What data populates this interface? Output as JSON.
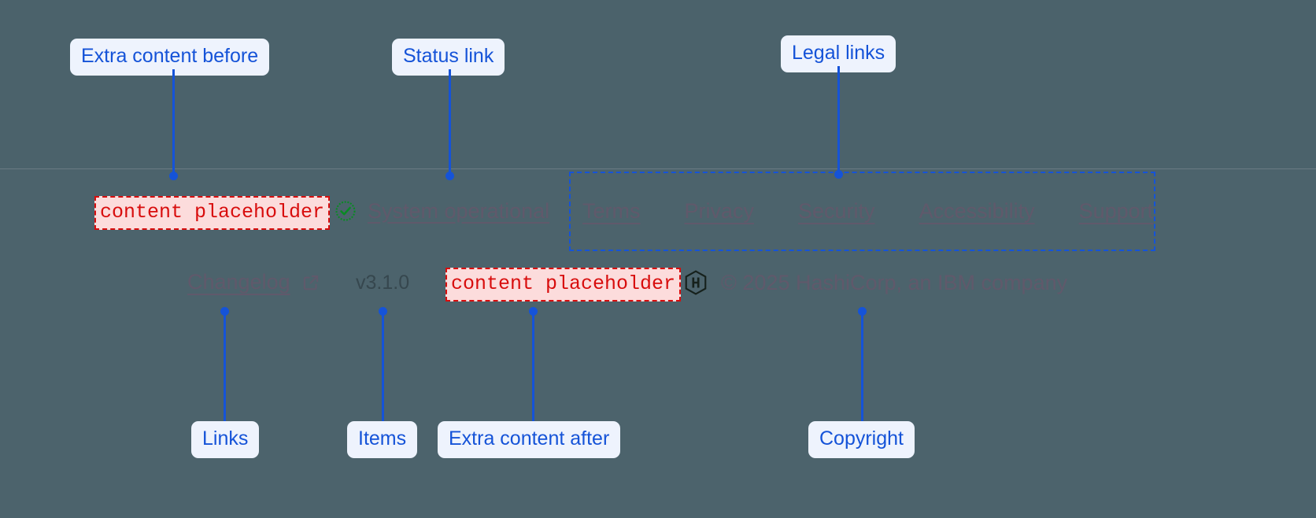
{
  "annotations": {
    "extra_before": "Extra content before",
    "status_link": "Status link",
    "legal_links": "Legal links",
    "links": "Links",
    "items": "Items",
    "extra_after": "Extra content after",
    "copyright": "Copyright"
  },
  "footer": {
    "extra_content_before": "content placeholder",
    "extra_content_after": "content placeholder",
    "status": {
      "label": "System operational",
      "icon": "check-circle-icon",
      "icon_color": "#0a8a24"
    },
    "legal": [
      {
        "label": "Terms"
      },
      {
        "label": "Privacy"
      },
      {
        "label": "Security"
      },
      {
        "label": "Accessibility"
      },
      {
        "label": "Support"
      }
    ],
    "changelog": {
      "label": "Changelog",
      "icon": "external-link-icon"
    },
    "version": "v3.1.0",
    "copyright": "© 2025 HashiCorp, an IBM company",
    "logo": "hashicorp-logo"
  },
  "colors": {
    "background": "#4c636c",
    "annotation_accent": "#1553d8",
    "annotation_pill_bg": "#eef3fd",
    "placeholder_text": "#d80d0d",
    "placeholder_bg": "#fcdcdc",
    "muted_text": "#60596b",
    "version_text": "#36474e",
    "status_icon": "#0a8a24"
  }
}
